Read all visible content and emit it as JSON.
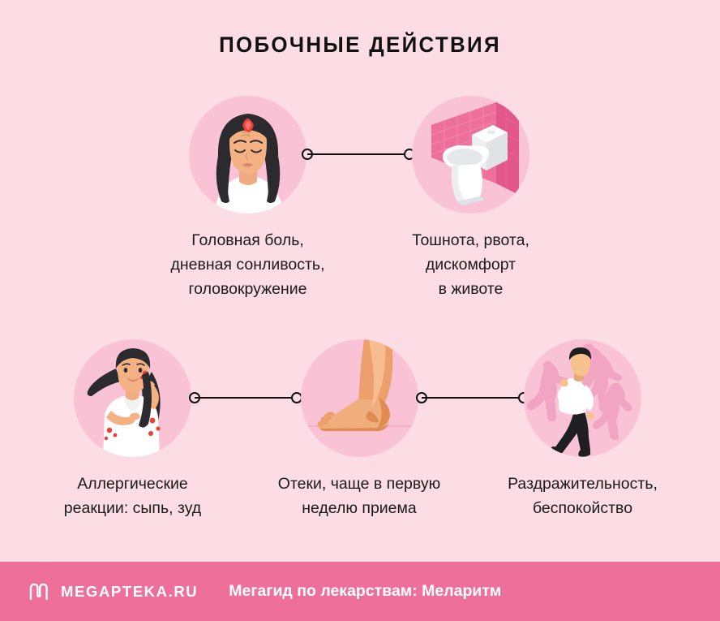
{
  "page": {
    "title": "ПОБОЧНЫЕ ДЕЙСТВИЯ",
    "background_color": "#fcdde6",
    "circle_color": "#f9c3d5",
    "accent_color": "#ef6f9b",
    "text_color": "#1a1a1a"
  },
  "rows": [
    {
      "items": [
        {
          "icon": "headache-woman-icon",
          "caption": "Головная боль,\nдневная сонливость,\nголовокружение"
        },
        {
          "icon": "toilet-icon",
          "caption": "Тошнота, рвота,\nдискомфорт\nв животе"
        }
      ]
    },
    {
      "items": [
        {
          "icon": "skin-rash-woman-icon",
          "caption": "Аллергические\nреакции: сыпь, зуд"
        },
        {
          "icon": "swollen-foot-icon",
          "caption": "Отеки, чаще в первую\nнеделю приема"
        },
        {
          "icon": "restless-man-icon",
          "caption": "Раздражительность,\nбеспокойство"
        }
      ]
    }
  ],
  "footer": {
    "logo_mark": "megapteka-m-logo-icon",
    "brand": "MEGAPTEKA.RU",
    "tagline": "Мегагид по лекарствам: Меларитм"
  }
}
